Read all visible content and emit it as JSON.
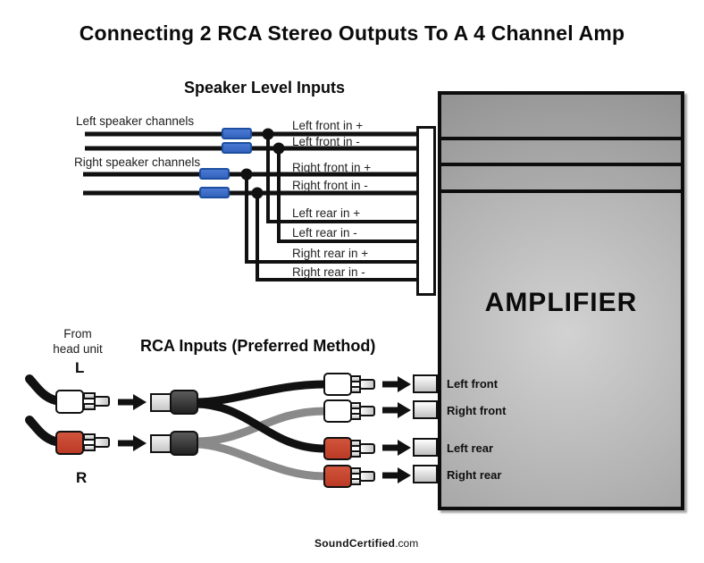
{
  "title": "Connecting 2 RCA Stereo Outputs To A 4 Channel Amp",
  "speaker_section": {
    "heading": "Speaker Level Inputs",
    "left_group_label": "Left speaker channels",
    "right_group_label": "Right speaker channels",
    "wire_labels": [
      "Left front in +",
      "Left front in -",
      "Right front in +",
      "Right front in -",
      "Left rear in +",
      "Left rear in -",
      "Right rear in +",
      "Right rear in -"
    ],
    "crimp_connector_color": "#3a6bc6",
    "wire_color": "#111111"
  },
  "rca_section": {
    "heading": "RCA Inputs (Preferred Method)",
    "source_label_line1": "From",
    "source_label_line2": "head unit",
    "left_channel_label": "L",
    "right_channel_label": "R",
    "left_plug_color": "#ffffff",
    "right_plug_color": "#c4452e",
    "left_cable_color": "#111111",
    "right_cable_color": "#8a8a8a"
  },
  "amplifier": {
    "label": "AMPLIFIER",
    "body_color": "#b5b5b5",
    "inputs": [
      "Left front",
      "Right front",
      "Left rear",
      "Right rear"
    ]
  },
  "footer": {
    "brand": "SoundCertified",
    "suffix": ".com"
  }
}
